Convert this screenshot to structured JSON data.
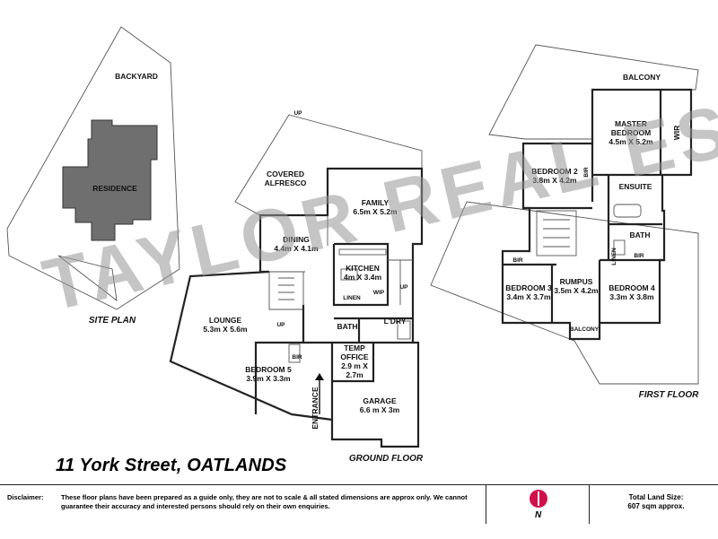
{
  "site_plan": {
    "title": "SITE PLAN",
    "backyard": "BACKYARD",
    "residence": "RESIDENCE"
  },
  "ground_floor": {
    "title": "GROUND FLOOR",
    "rooms": {
      "covered_alfresco": [
        "COVERED",
        "ALFRESCO"
      ],
      "family": [
        "FAMILY",
        "6.5m X 5.2m"
      ],
      "dining": [
        "DINING",
        "4.4m X 4.1m"
      ],
      "kitchen": [
        "KITCHEN",
        "4m X 3.4m"
      ],
      "lounge": [
        "LOUNGE",
        "5.3m X 5.6m"
      ],
      "bath": "BATH",
      "laundry": "L'DRY",
      "linen": "LINEN",
      "wip": "WIP",
      "temp_office": [
        "TEMP",
        "OFFICE",
        "2.9 m X",
        "2.7m"
      ],
      "bedroom5": [
        "BEDROOM 5",
        "3.9m X 3.3m"
      ],
      "bir": "BIR",
      "garage": [
        "GARAGE",
        "6.6 m X 3m"
      ],
      "entrance": "ENTRANCE",
      "up1": "UP",
      "up2": "UP",
      "up3": "UP"
    }
  },
  "first_floor": {
    "title": "FIRST FLOOR",
    "rooms": {
      "balcony_top": "BALCONY",
      "master": [
        "MASTER",
        "BEDROOM",
        "4.5m X 5.2m"
      ],
      "wir": "WIR",
      "bedroom2": [
        "BEDROOM 2",
        "3.8m X 4.2m"
      ],
      "bir2": "BIR",
      "ensuite": "ENSUITE",
      "bath": "BATH",
      "linen": "LINEN",
      "bir3": "BIR",
      "bir4": "BIR",
      "bedroom3": [
        "BEDROOM 3",
        "3.4m X 3.7m"
      ],
      "rumpus": [
        "RUMPUS",
        "3.5m X 4.2m"
      ],
      "bedroom4": [
        "BEDROOM 4",
        "3.3m X 3.8m"
      ],
      "balcony_bottom": "BALCONY"
    }
  },
  "watermark": "TAYLOR REAL ESTATE",
  "address": "11 York Street, OATLANDS",
  "footer": {
    "disclaimer_label": "Disclaimer:",
    "disclaimer_text": "These floor plans have been prepared as a guide only, they are not to scale & all stated dimensions are approx only. We cannot guarantee their accuracy and interested persons should rely on their own enquiries.",
    "north": "N",
    "land_size_label": "Total Land Size:",
    "land_size_value": "607 sqm approx."
  },
  "colors": {
    "compass": "#d0104c",
    "watermark": "#969696"
  }
}
